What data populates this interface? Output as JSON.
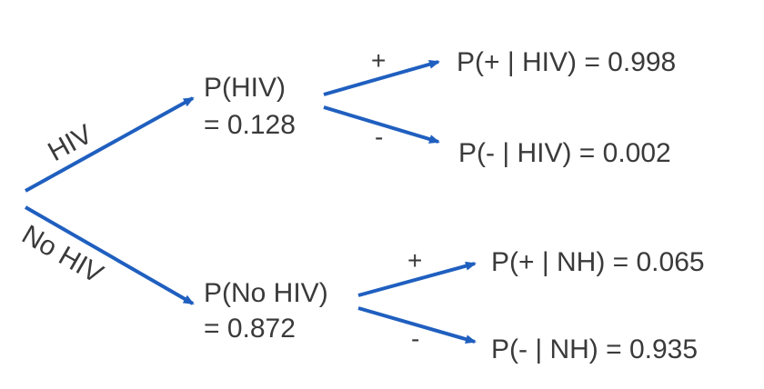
{
  "diagram": {
    "root_edges": {
      "hiv": "HIV",
      "no_hiv": "No HIV"
    },
    "nodes": {
      "hiv_line1": "P(HIV)",
      "hiv_line2": "= 0.128",
      "nohiv_line1": "P(No HIV)",
      "nohiv_line2": "= 0.872"
    },
    "branch_signs": {
      "hiv_pos": "+",
      "hiv_neg": "-",
      "nh_pos": "+",
      "nh_neg": "-"
    },
    "leaves": {
      "pos_given_hiv": "P(+ | HIV) = 0.998",
      "neg_given_hiv": "P(- | HIV) = 0.002",
      "pos_given_nh": "P(+ | NH) = 0.065",
      "neg_given_nh": "P(- | NH) = 0.935"
    },
    "colors": {
      "arrow": "#1f5fbf",
      "text": "#3a3a3a"
    }
  }
}
